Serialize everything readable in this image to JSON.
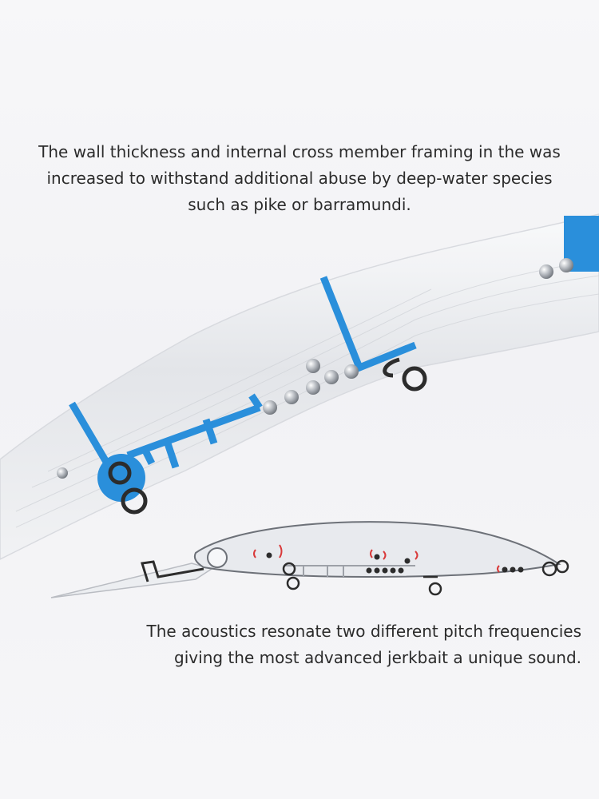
{
  "captions": {
    "top": {
      "lines": [
        "The wall thickness and internal cross member framing in the  was",
        "increased to withstand additional abuse by deep-water species",
        "such as pike or barramundi."
      ]
    },
    "bottom": {
      "lines": [
        "The acoustics resonate two different pitch frequencies",
        "giving the most advanced jerkbait a unique sound."
      ]
    }
  },
  "colors": {
    "frame_blue": "#2a8fdb",
    "hook_eye": "#2c2c2c",
    "rattle_red": "#d93a3a",
    "lure_body": "#e4e6ea"
  },
  "illustrations": {
    "closeup": "lure-closeup-cross-member-framing",
    "diagram": "lure-side-view-acoustic-rattles"
  }
}
